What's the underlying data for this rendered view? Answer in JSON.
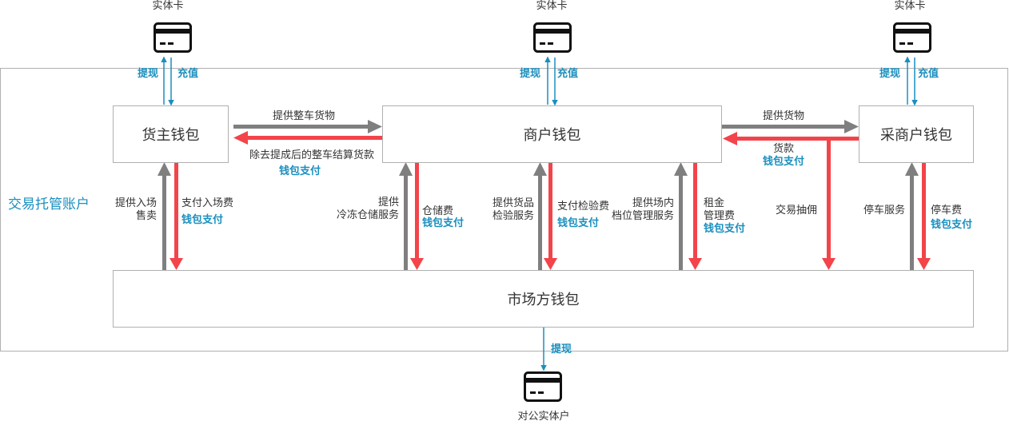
{
  "escrow": {
    "label": "交易托管账户"
  },
  "wallets": {
    "shipper": "货主钱包",
    "merchant": "商户钱包",
    "buyer": "采商户钱包",
    "market": "市场方钱包"
  },
  "cards": {
    "left": "实体卡",
    "middle": "实体卡",
    "right": "实体卡",
    "bottom": "对公实体户"
  },
  "card_flows": {
    "withdraw": "提现",
    "recharge": "充值"
  },
  "flows": {
    "provide_whole_truck": "提供整车货物",
    "settlement_payment": "除去提成后的整车结算货款",
    "wallet_pay": "钱包支付",
    "provide_goods": "提供货物",
    "goods_payment": "货款",
    "entry_sale_1": "提供入场",
    "entry_sale_2": "售卖",
    "entry_fee": "支付入场费",
    "cold_1": "提供",
    "cold_2": "冷冻仓储服务",
    "storage_fee": "仓储费",
    "inspect_1": "提供货品",
    "inspect_2": "检验服务",
    "inspect_fee": "支付检验费",
    "stall_1": "提供场内",
    "stall_2": "档位管理服务",
    "rent_1": "租金",
    "rent_2": "管理费",
    "commission": "交易抽佣",
    "parking_service": "停车服务",
    "parking_fee": "停车费",
    "market_withdraw": "提现"
  },
  "colors": {
    "grey_arrow": "#7f7f7f",
    "red_arrow": "#f2444a",
    "blue_arrow": "#1a8fbf",
    "blue_text": "#1a8fbf"
  }
}
